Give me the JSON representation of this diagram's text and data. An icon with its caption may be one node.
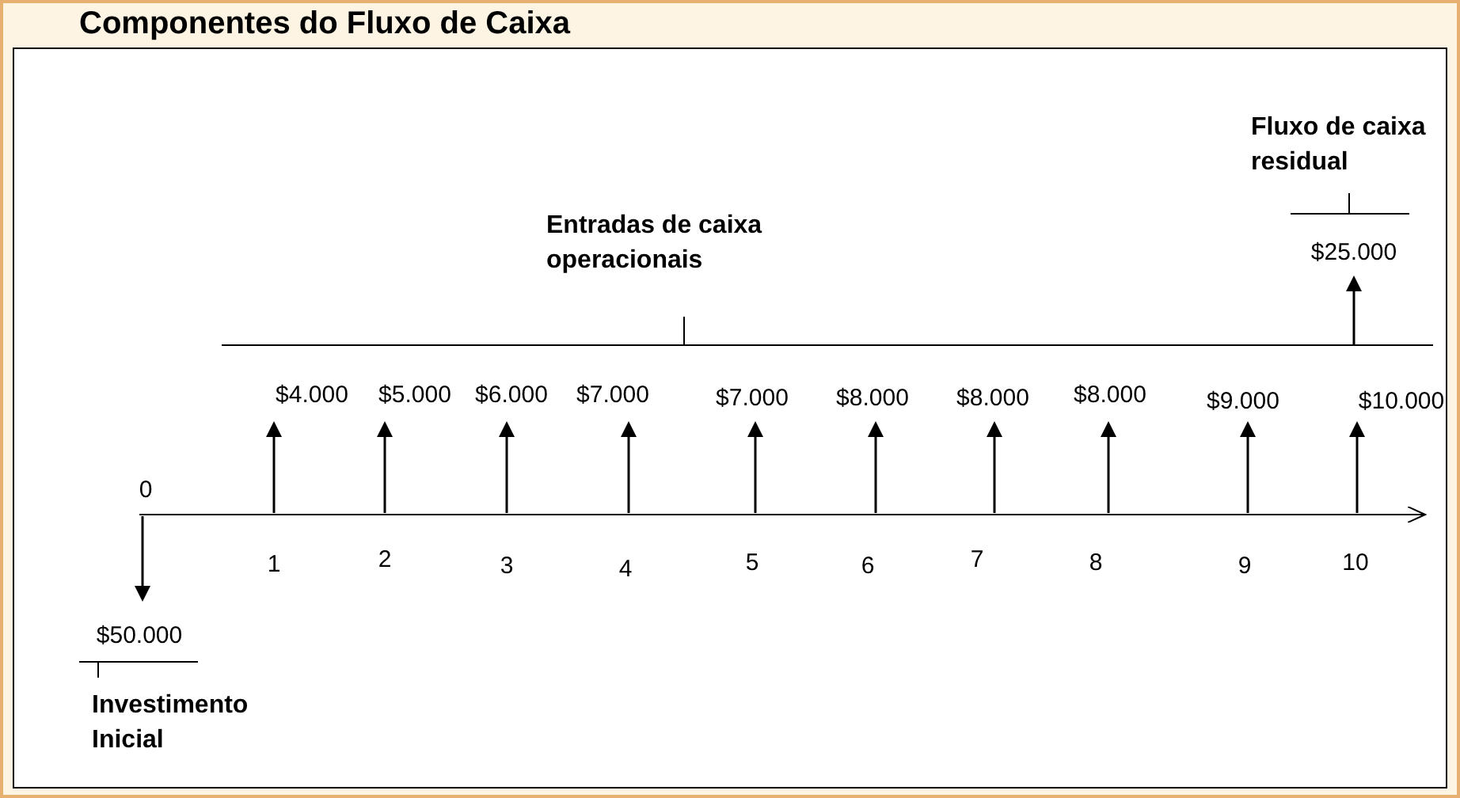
{
  "diagram": {
    "title": "Componentes do Fluxo de Caixa",
    "labels": [
      "Fluxo de caixa residual",
      "Entradas de caixa operacionais",
      "$25.000",
      "$4.000",
      "$5.000",
      "$6.000",
      "$7.000",
      "$7.000",
      "$8.000",
      "$8.000",
      "$8.000",
      "$9.000",
      "$10.000",
      "0",
      "1",
      "2",
      "3",
      "4",
      "5",
      "6",
      "7",
      "8",
      "9",
      "10",
      "$50.000",
      "Investimento Inicial"
    ]
  }
}
